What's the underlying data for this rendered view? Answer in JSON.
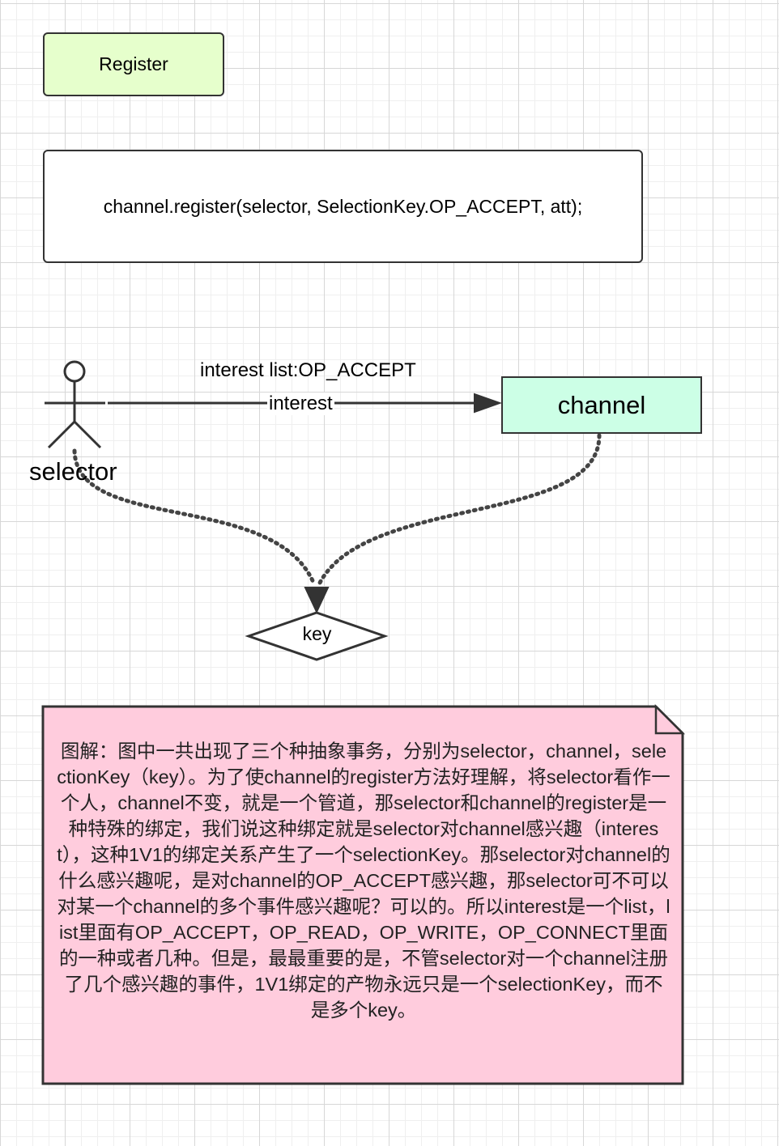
{
  "register": {
    "label": "Register"
  },
  "code": {
    "text": "channel.register(selector, SelectionKey.OP_ACCEPT, att);"
  },
  "actor": {
    "label": "selector"
  },
  "edge": {
    "top_label": "interest list:OP_ACCEPT",
    "label": "interest"
  },
  "channel": {
    "label": "channel"
  },
  "key": {
    "label": "key"
  },
  "note": {
    "text": "图解：图中一共出现了三个种抽象事务，分别为selector，channel，selectionKey（key）。为了使channel的register方法好理解，将selector看作一个人，channel不变，就是一个管道，那selector和channel的register是一种特殊的绑定，我们说这种绑定就是selector对channel感兴趣（interest），这种1V1的绑定关系产生了一个selectionKey。那selector对channel的什么感兴趣呢，是对channel的OP_ACCEPT感兴趣，那selector可不可以对某一个channel的多个事件感兴趣呢？可以的。所以interest是一个list，list里面有OP_ACCEPT，OP_READ，OP_WRITE，OP_CONNECT里面的一种或者几种。但是，最最重要的是，不管selector对一个channel注册了几个感兴趣的事件，1V1绑定的产物永远只是一个selectionKey，而不是多个key。"
  },
  "colors": {
    "register_fill": "#e6ffcc",
    "channel_fill": "#ccffe6",
    "note_fill": "#ffccdd",
    "stroke": "#333333"
  }
}
